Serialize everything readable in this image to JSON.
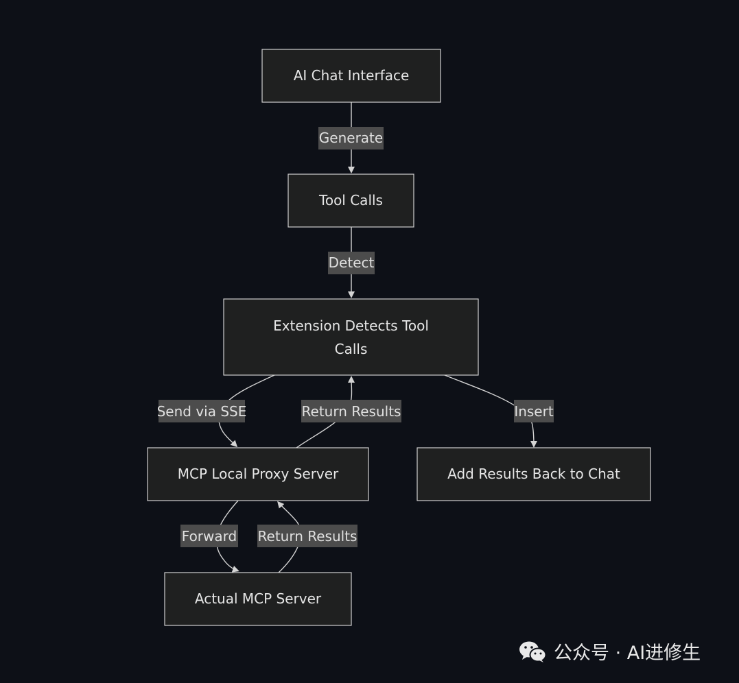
{
  "nodes": {
    "chat": "AI Chat Interface",
    "toolcalls": "Tool Calls",
    "extension_line1": "Extension Detects Tool",
    "extension_line2": "Calls",
    "proxy": "MCP Local Proxy Server",
    "addresults": "Add Results Back to Chat",
    "actual": "Actual MCP Server"
  },
  "edges": {
    "generate": "Generate",
    "detect": "Detect",
    "send_sse": "Send via SSE",
    "return_results_1": "Return Results",
    "insert": "Insert",
    "forward": "Forward",
    "return_results_2": "Return Results"
  },
  "watermark": {
    "text": "公众号 · AI进修生",
    "icon": "wechat-icon"
  },
  "colors": {
    "background": "#0d1017",
    "node_fill": "#1f2020",
    "node_stroke": "#cfcfcf",
    "label_bg": "#4c4c4c"
  }
}
